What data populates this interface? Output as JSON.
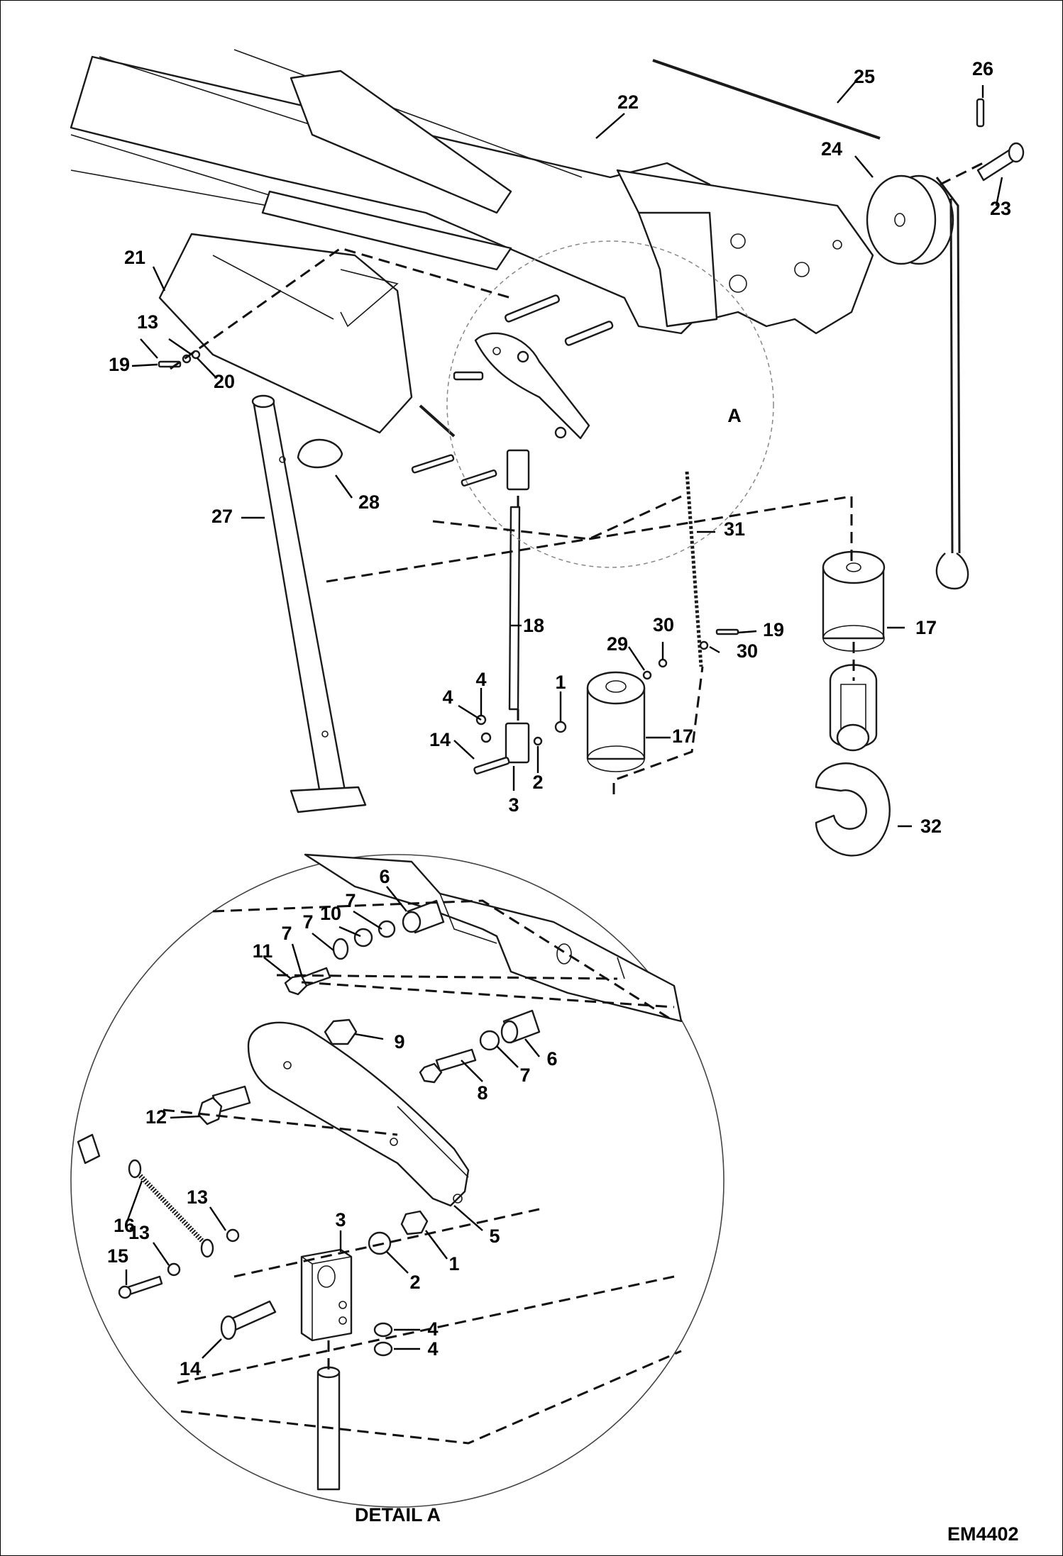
{
  "detail_marker": "A",
  "detail_caption": "DETAIL A",
  "figure_code": "EM4402",
  "callouts": {
    "p1": "1",
    "p2": "2",
    "p3": "3",
    "p4": "4",
    "p13": "13",
    "p14": "14",
    "p17": "17",
    "p18": "18",
    "p19": "19",
    "p20": "20",
    "p21": "21",
    "p22": "22",
    "p23": "23",
    "p24": "24",
    "p25": "25",
    "p26": "26",
    "p27": "27",
    "p28": "28",
    "p29": "29",
    "p30": "30",
    "p31": "31",
    "p32": "32",
    "d1": "1",
    "d2": "2",
    "d3": "3",
    "d4": "4",
    "d5": "5",
    "d6": "6",
    "d7": "7",
    "d8": "8",
    "d9": "9",
    "d10": "10",
    "d11": "11",
    "d12": "12",
    "d13": "13",
    "d14": "14",
    "d15": "15",
    "d16": "16"
  }
}
